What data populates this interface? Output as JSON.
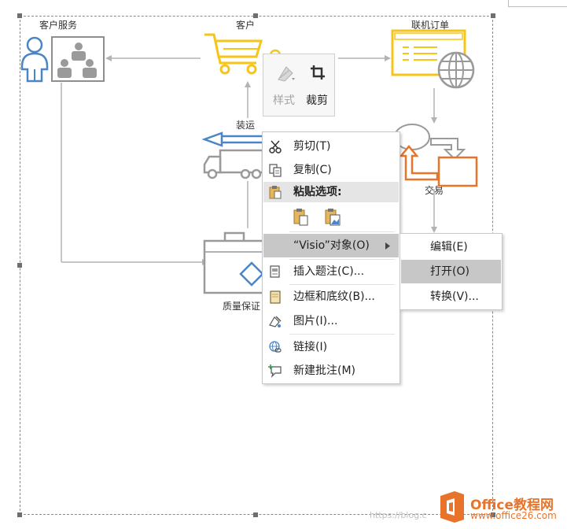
{
  "diagram": {
    "labels": {
      "customer_service": "客户服务",
      "customer": "客户",
      "online_order": "联机订单",
      "shipping": "装运",
      "transaction": "交易",
      "quality": "质量保证"
    }
  },
  "mini_toolbar": {
    "style_label": "样式",
    "crop_label": "裁剪"
  },
  "context_menu": {
    "items": {
      "cut": "剪切(T)",
      "copy": "复制(C)",
      "paste_options": "粘贴选项:",
      "visio_object": "“Visio”对象(O)",
      "insert_caption": "插入题注(C)...",
      "border_shading": "边框和底纹(B)...",
      "picture": "图片(I)...",
      "link": "链接(I)",
      "new_comment": "新建批注(M)"
    }
  },
  "submenu": {
    "items": {
      "edit": "编辑(E)",
      "open": "打开(O)",
      "convert": "转换(V)..."
    }
  },
  "watermark": {
    "brand": "Office教程网",
    "url": "www.office26.com",
    "faint": "https://blog.c"
  },
  "colors": {
    "blue_accent": "#4a86c5",
    "yellow_accent": "#f6c519",
    "orange_accent": "#e8742c",
    "gray_icon": "#8e8e8e",
    "highlight": "#c7c7c7",
    "section_bg": "#e5e5e5"
  }
}
